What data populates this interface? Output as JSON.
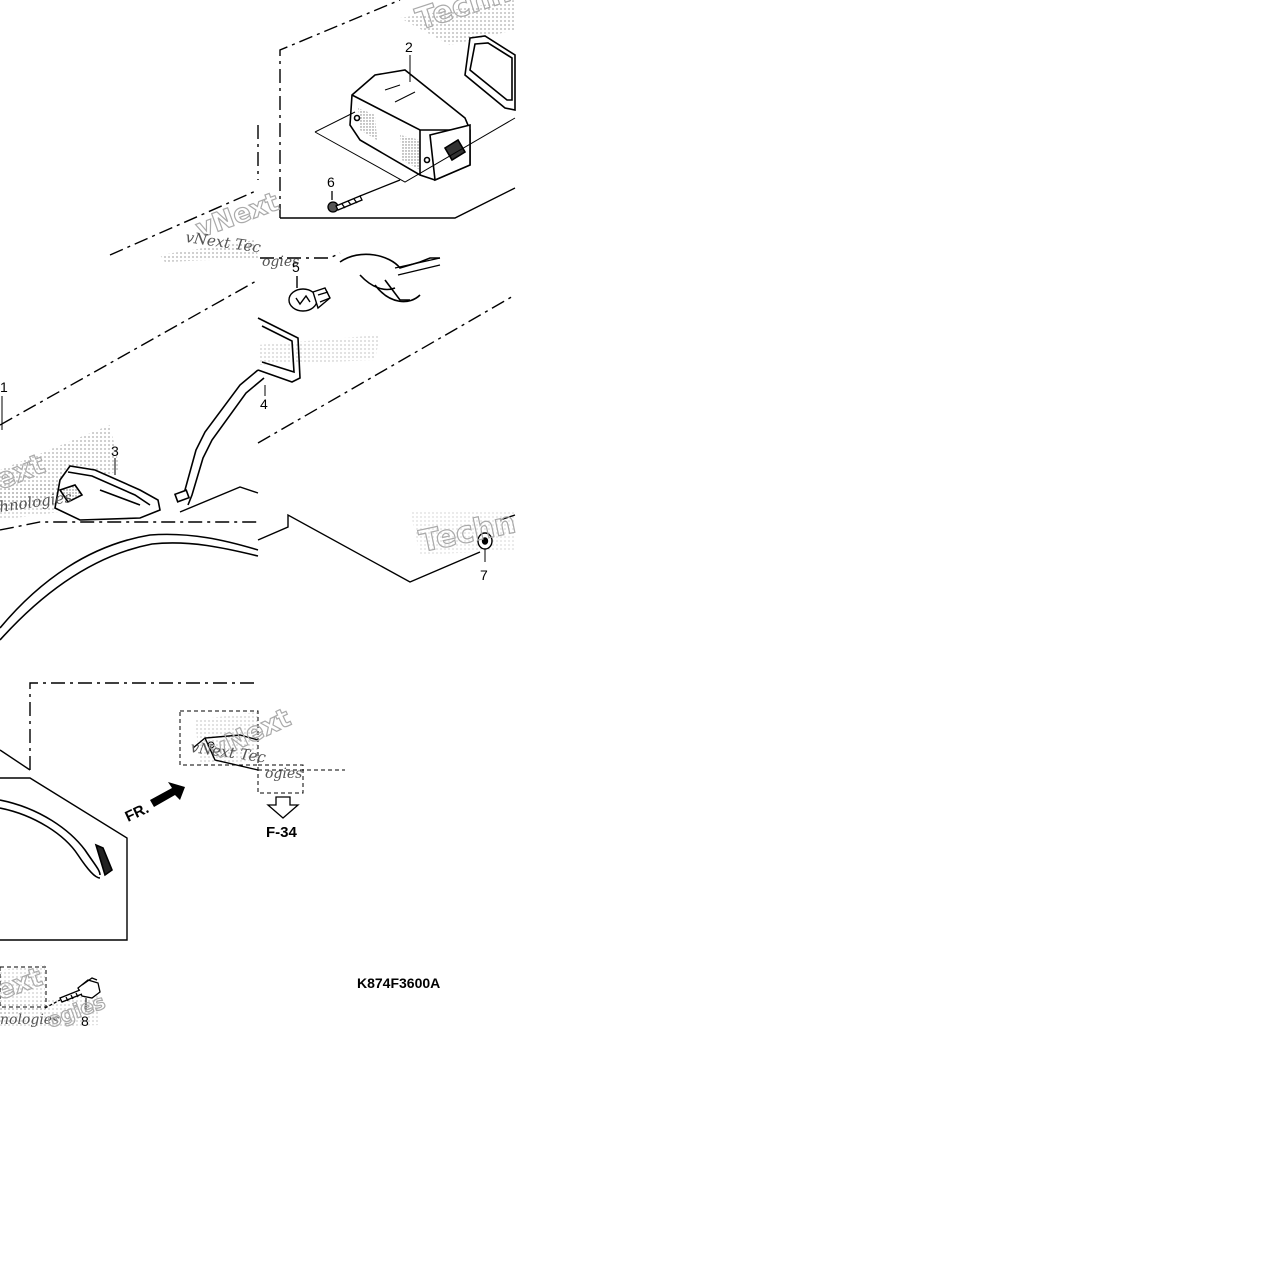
{
  "callouts": {
    "c1": "1",
    "c2": "2",
    "c3": "3",
    "c4": "4",
    "c5": "5",
    "c6": "6",
    "c7": "7",
    "c8": "8"
  },
  "front_arrow_label": "FR.",
  "ref_label": "F-34",
  "diagram_code": "K874F3600A",
  "watermarks": {
    "vnext": "vNext",
    "vnext_tech": "vNext Tec",
    "techn": "Techn",
    "technologies": "Technologies",
    "hnologies": "hnologies",
    "ogies": "ogies",
    "ext": "ext",
    "techno": "Techno",
    "nologies": "nologies"
  }
}
